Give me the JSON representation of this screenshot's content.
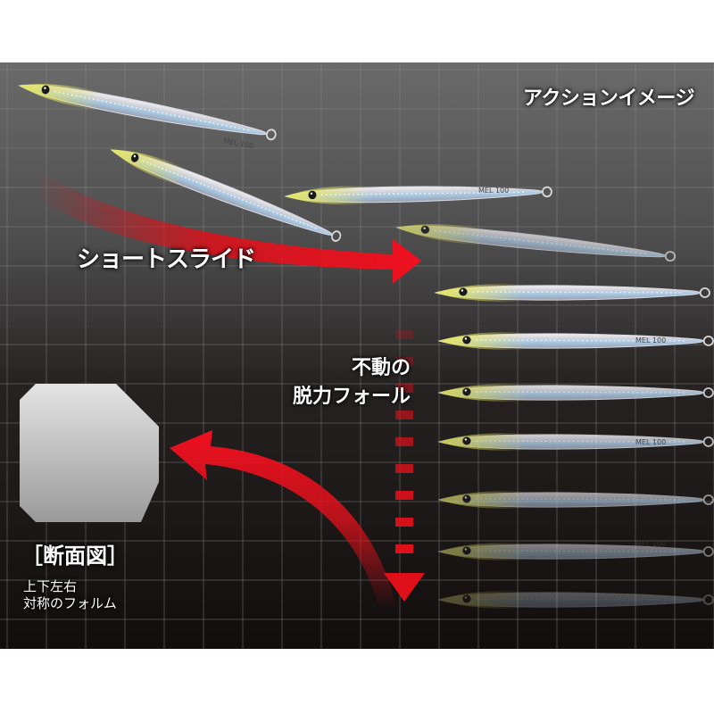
{
  "header": {
    "title": "アクションイメージ"
  },
  "labels": {
    "short_slide": "ショートスライド",
    "free_fall_line1": "不動の",
    "free_fall_line2": "脱力フォール"
  },
  "cross_section": {
    "title": "［断面図］",
    "desc_line1": "上下左右",
    "desc_line2": "対称のフォルム"
  },
  "lure": {
    "marking": "MEL 100"
  },
  "colors": {
    "arrow_red": "#e0101a",
    "lure_belly_yellow": "#d8d85a",
    "lure_back_blue": "#9cc8e4",
    "lure_body_silver": "#d8d8de"
  }
}
